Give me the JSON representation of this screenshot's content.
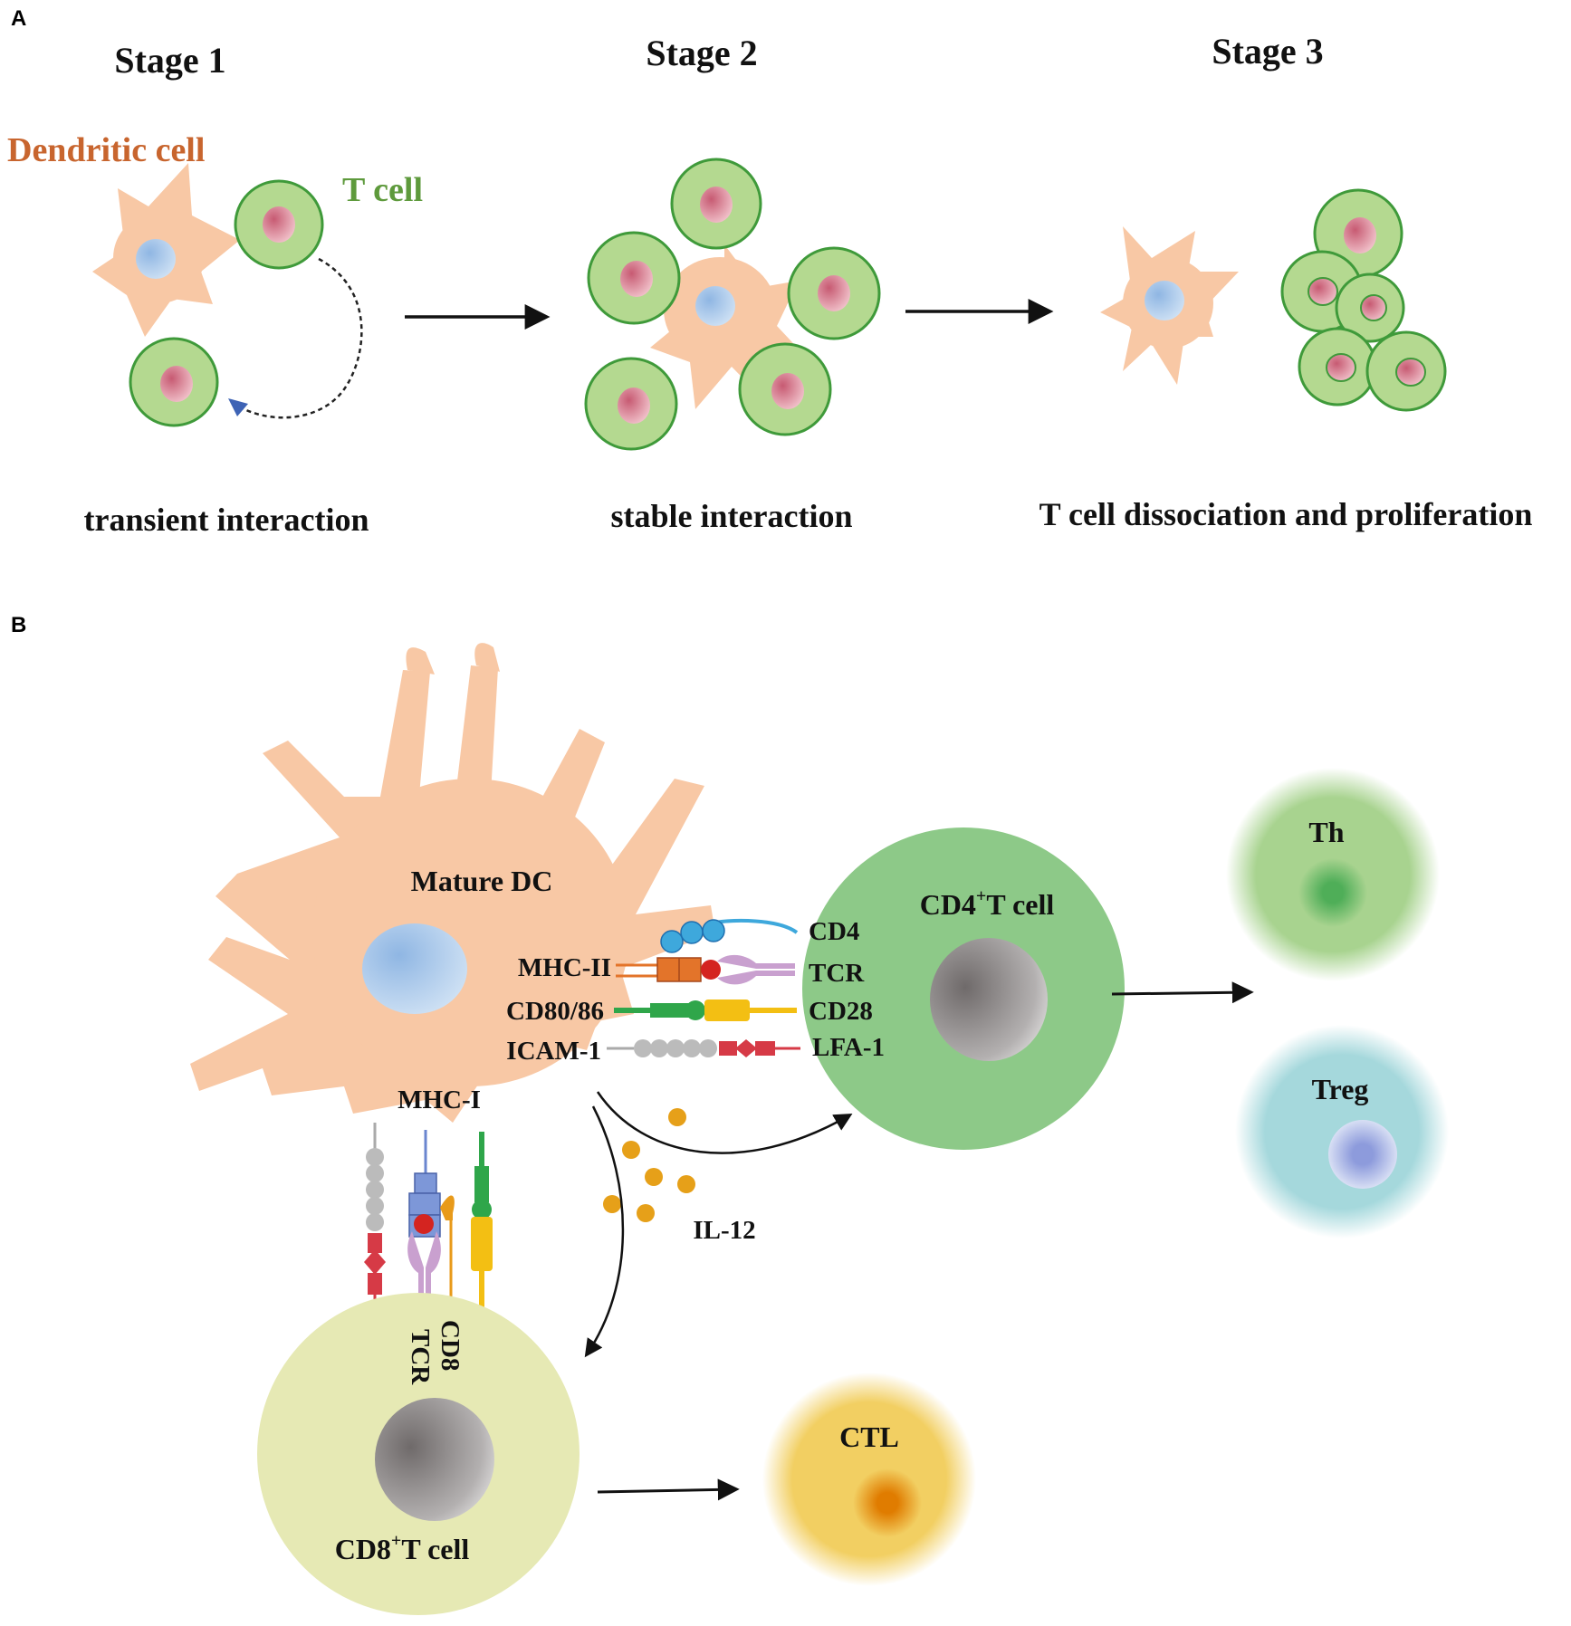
{
  "panel_a": {
    "label": "A",
    "stages": [
      {
        "title": "Stage 1",
        "caption": "transient interaction"
      },
      {
        "title": "Stage 2",
        "caption": "stable interaction"
      },
      {
        "title": "Stage 3",
        "caption": "T cell dissociation and proliferation"
      }
    ],
    "dendritic_cell_label": "Dendritic cell",
    "t_cell_label": "T cell"
  },
  "panel_b": {
    "label": "B",
    "mature_dc": "Mature DC",
    "dc_molecules": {
      "mhc2": "MHC-II",
      "cd80": "CD80/86",
      "icam": "ICAM-1",
      "mhc1": "MHC-I"
    },
    "cd4_molecules": {
      "cd4": "CD4",
      "tcr": "TCR",
      "cd28": "CD28",
      "lfa": "LFA-1"
    },
    "cd4_cell": {
      "pre": "CD4",
      "sup": "+",
      "post": "T cell"
    },
    "cd8_cell": {
      "pre": "CD8",
      "sup": "+",
      "post": "T cell"
    },
    "cd8_molecules": {
      "tcr": "TCR",
      "cd8": "CD8"
    },
    "il12": "IL-12",
    "outputs": {
      "th": "Th",
      "treg": "Treg",
      "ctl": "CTL"
    }
  },
  "colors": {
    "dc_body": "#f8c8a5",
    "dc_nucleus": "#aac8e8",
    "t_cell_fill": "#b4d990",
    "t_cell_stroke": "#3f9a3a",
    "t_nucleus": "#d98a98",
    "dendritic_label": "#c8652e",
    "t_cell_label": "#5e9a3c",
    "cd4_cell": "#8dc988",
    "cd8_cell": "#e6e9b4",
    "th": "#a8d38f",
    "treg": "#a5d8dc",
    "ctl": "#f2cf62",
    "il12_dot": "#e6a019"
  }
}
